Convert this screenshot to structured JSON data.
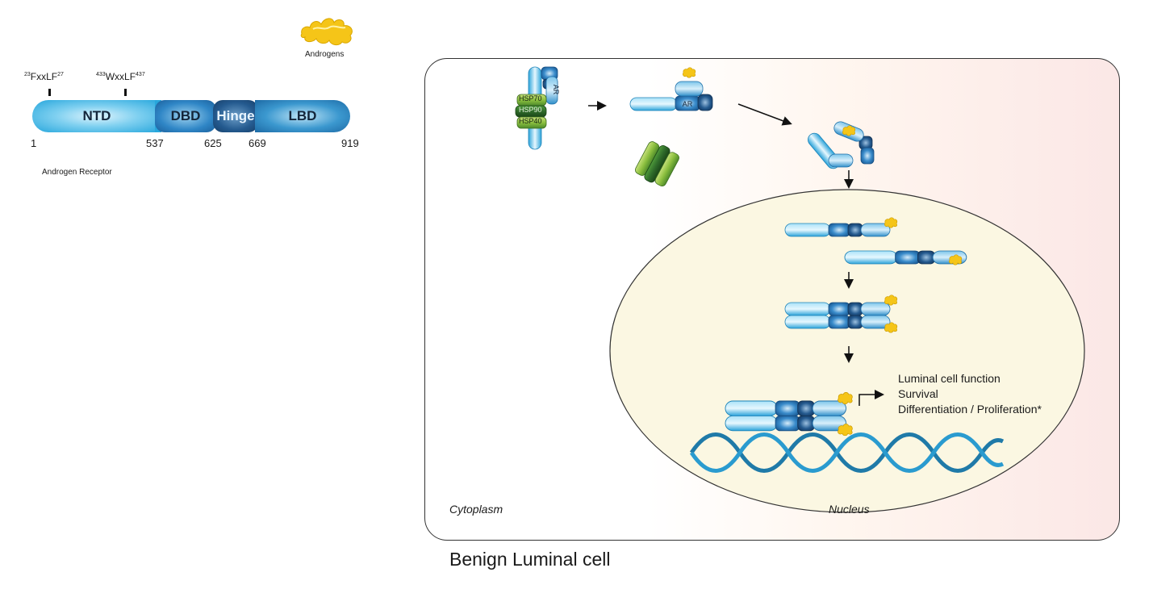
{
  "ar_structure": {
    "ligand_label": "Androgens",
    "motif1": {
      "prefix": "23",
      "core": "FxxLF",
      "suffix": "27"
    },
    "motif2": {
      "prefix": "433",
      "core": "WxxLF",
      "suffix": "437"
    },
    "domains": [
      "NTD",
      "DBD",
      "Hinge",
      "LBD"
    ],
    "positions": [
      "1",
      "537",
      "625",
      "669",
      "919"
    ],
    "caption": "Androgen Receptor"
  },
  "pathway": {
    "ar_label": "AR",
    "hsp_labels": [
      "HSP70",
      "HSP90",
      "HSP40"
    ],
    "cytoplasm_label": "Cytoplasm",
    "nucleus_label": "Nucleus",
    "outcomes": [
      "Luminal cell function",
      "Survival",
      "Differentiation / Proliferation*"
    ],
    "caption": "Benign Luminal cell"
  },
  "colors": {
    "ntd": "#26a6dc",
    "dbd": "#2f86c6",
    "hinge": "#245a8f",
    "lbd": "#3b98cf",
    "hsp_light": "#8cbf3f",
    "hsp_dark": "#2f6b2a",
    "androgen": "#f5c518",
    "nucleus_fill": "#fbf7e2",
    "cytoplasm_tint": "#fbe7e6"
  }
}
